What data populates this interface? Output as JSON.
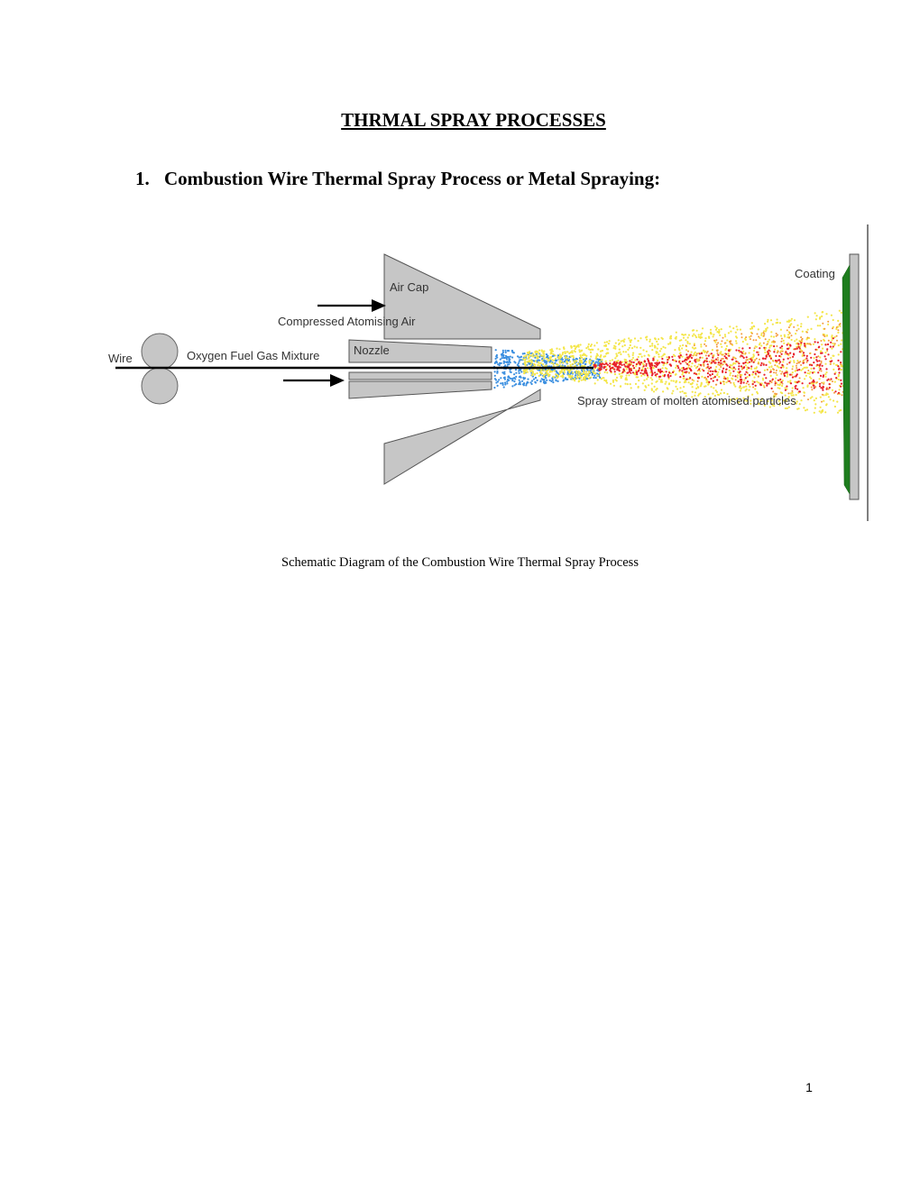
{
  "document": {
    "title": "THRMAL SPRAY PROCESSES",
    "section": {
      "number": "1.",
      "heading": "Combustion Wire Thermal Spray Process or Metal Spraying:"
    },
    "figure": {
      "labels": {
        "air_cap": "Air Cap",
        "compressed_air": "Compressed Atomising Air",
        "wire": "Wire",
        "gas_mixture": "Oxygen Fuel Gas Mixture",
        "nozzle": "Nozzle",
        "spray_stream": "Spray stream of molten atomised particles",
        "coating": "Coating"
      },
      "colors": {
        "metal_parts": "#c6c6c6",
        "coating": "#1e7d1e",
        "gas_particles": "#3b8fe0",
        "cool_particles": "#f4e64a",
        "hot_particles": "#e8212a",
        "orange_particles": "#f49a3a"
      },
      "caption": "Schematic Diagram of the Combustion Wire Thermal Spray Process"
    },
    "page_number": "1"
  }
}
